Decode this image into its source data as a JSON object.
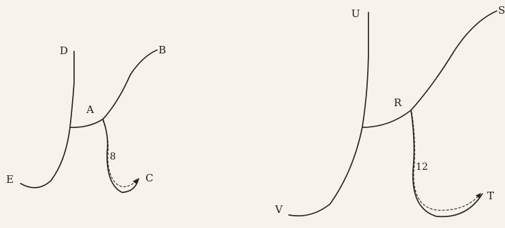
{
  "figures": [
    {
      "points": {
        "D": "D",
        "B": "B",
        "A": "A",
        "E": "E",
        "C": "C"
      },
      "path_label": "8"
    },
    {
      "points": {
        "U": "U",
        "S": "S",
        "R": "R",
        "V": "V",
        "T": "T"
      },
      "path_label": "12"
    }
  ]
}
